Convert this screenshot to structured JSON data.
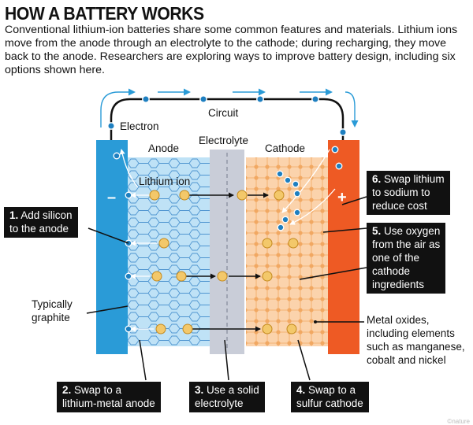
{
  "header": {
    "title": "HOW A BATTERY WORKS",
    "intro": "Conventional lithium-ion batteries share some common features and materials. Lithium ions move from the anode through an electrolyte to the cathode; during recharging, they move back to the anode. Researchers are exploring ways to improve battery design, including six options shown here."
  },
  "diagram": {
    "labels": {
      "circuit": "Circuit",
      "electron": "Electron",
      "anode": "Anode",
      "electrolyte": "Electrolyte",
      "cathode": "Cathode",
      "lithium_ion": "Lithium ion",
      "minus": "–",
      "plus": "+",
      "graphite": [
        "Typically",
        "graphite"
      ],
      "metal_oxides": [
        "Metal oxides,",
        "including elements",
        "such as manganese,",
        "cobalt and nickel"
      ]
    },
    "callouts": [
      {
        "num": "1.",
        "lines": [
          "Add silicon",
          "to the anode"
        ]
      },
      {
        "num": "2.",
        "lines": [
          "Swap to a",
          "lithium-metal anode"
        ]
      },
      {
        "num": "3.",
        "lines": [
          "Use a solid",
          "electrolyte"
        ]
      },
      {
        "num": "4.",
        "lines": [
          "Swap to a",
          "sulfur cathode"
        ]
      },
      {
        "num": "5.",
        "lines": [
          "Use oxygen",
          "from the air as",
          "one of the",
          "cathode",
          "ingredients"
        ]
      },
      {
        "num": "6.",
        "lines": [
          "Swap lithium",
          "to sodium to",
          "reduce cost"
        ]
      }
    ],
    "colors": {
      "anode_electrode": "#2a9bd7",
      "cathode_electrode": "#ee5a24",
      "anode_region": "#bfe2f6",
      "electrolyte": "#c9cdd8",
      "cathode_region": "#fbd3ac",
      "lithium_ion": "#f3c86a",
      "electron": "#1e7fc0"
    }
  },
  "credit": "©nature"
}
